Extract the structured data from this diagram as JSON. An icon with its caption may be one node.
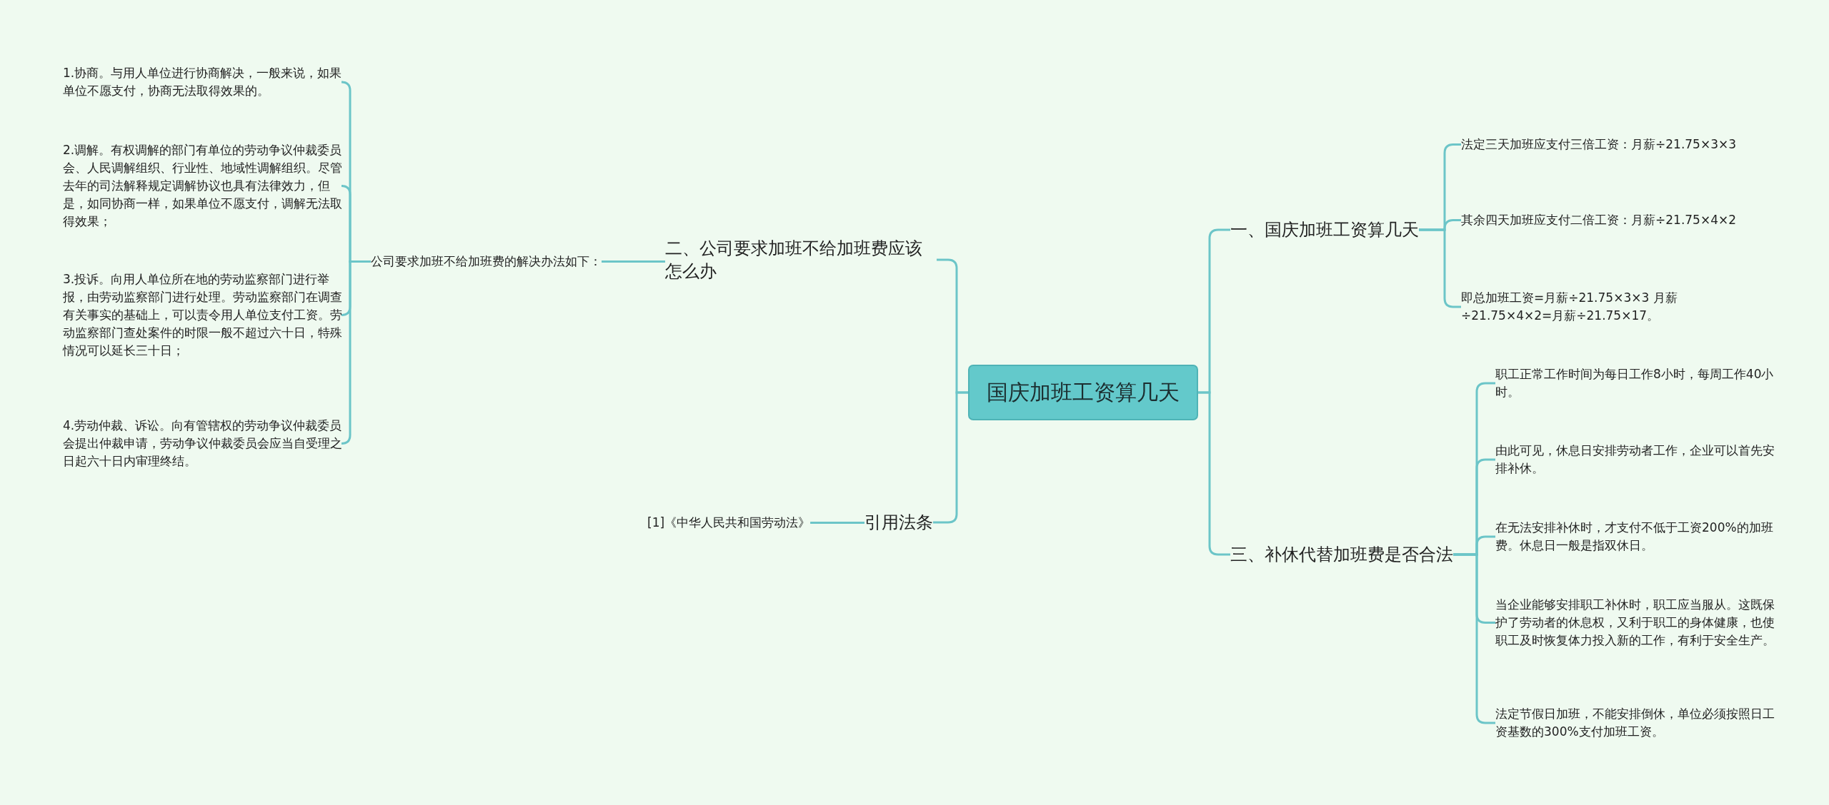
{
  "diagram": {
    "nodes": [
      {
        "text": [
          "国庆加班工资算几天"
        ]
      },
      {
        "text": [
          "一、国庆加班工资算几天"
        ]
      },
      {
        "text": [
          "法定三天加班应支付三倍工资：月薪÷21.75×3×3"
        ]
      },
      {
        "text": [
          "其余四天加班应支付二倍工资：月薪÷21.75×4×2"
        ]
      },
      {
        "text": [
          "即总加班工资=月薪÷21.75×3×3 月薪÷21.75×4×2=月薪÷21.75×17。"
        ]
      },
      {
        "text": [
          "三、补休代替加班费是否合法"
        ]
      },
      {
        "text": [
          "职工正常工作时间为每日工作8小时，每周工作40小时。"
        ]
      },
      {
        "text": [
          "由此可见，休息日安排劳动者工作，企业可以首先安排补休。"
        ]
      },
      {
        "text": [
          "在无法安排补休时，才支付不低于工资200%的加班费。休息日一般是指双休日。"
        ]
      },
      {
        "text": [
          "当企业能够安排职工补休时，职工应当服从。这既保护了劳动者的休息权，又利于职工的身体健康，也使职工及时恢复体力投入新的工作，有利于安全生产。"
        ]
      },
      {
        "text": [
          "法定节假日加班，不能安排倒休，单位必须按照日工资基数的300%支付加班工资。"
        ]
      },
      {
        "text": [
          "二、公司要求加班不给加班费应该怎么办"
        ]
      },
      {
        "text": [
          "公司要求加班不给加班费的解决办法如下："
        ]
      },
      {
        "text": [
          "1.协商。与用人单位进行协商解决，一般来说，如果单位不愿支付，协商无法取得效果的。"
        ]
      },
      {
        "text": [
          "2.调解。有权调解的部门有单位的劳动争议仲裁委员会、人民调解组织、行业性、地域性调解组织。尽管去年的司法解释规定调解协议也具有法律效力，但是，如同协商一样，如果单位不愿支付，调解无法取得效果；"
        ]
      },
      {
        "text": [
          "3.投诉。向用人单位所在地的劳动监察部门进行举报，由劳动监察部门进行处理。劳动监察部门在调查有关事实的基础上，可以责令用人单位支付工资。劳动监察部门查处案件的时限一般不超过六十日，特殊情况可以延长三十日；"
        ]
      },
      {
        "text": [
          "4.劳动仲裁、诉讼。向有管辖权的劳动争议仲裁委员会提出仲裁申请，劳动争议仲裁委员会应当自受理之日起六十日内审理终结。"
        ]
      },
      {
        "text": [
          "引用法条"
        ]
      },
      {
        "text": [
          "[1]《中华人民共和国劳动法》"
        ]
      }
    ],
    "edges": [
      {
        "from": 0,
        "to": 1,
        "arrow": "none"
      },
      {
        "from": 1,
        "to": 2,
        "arrow": "none"
      },
      {
        "from": 1,
        "to": 3,
        "arrow": "none"
      },
      {
        "from": 1,
        "to": 4,
        "arrow": "none"
      },
      {
        "from": 0,
        "to": 5,
        "arrow": "none"
      },
      {
        "from": 5,
        "to": 6,
        "arrow": "none"
      },
      {
        "from": 5,
        "to": 7,
        "arrow": "none"
      },
      {
        "from": 5,
        "to": 8,
        "arrow": "none"
      },
      {
        "from": 5,
        "to": 9,
        "arrow": "none"
      },
      {
        "from": 5,
        "to": 10,
        "arrow": "none"
      },
      {
        "from": 0,
        "to": 11,
        "arrow": "none"
      },
      {
        "from": 11,
        "to": 12,
        "arrow": "none"
      },
      {
        "from": 12,
        "to": 13,
        "arrow": "none"
      },
      {
        "from": 12,
        "to": 14,
        "arrow": "none"
      },
      {
        "from": 12,
        "to": 15,
        "arrow": "none"
      },
      {
        "from": 12,
        "to": 16,
        "arrow": "none"
      },
      {
        "from": 0,
        "to": 17,
        "arrow": "none"
      },
      {
        "from": 17,
        "to": 18,
        "arrow": "none"
      }
    ]
  }
}
